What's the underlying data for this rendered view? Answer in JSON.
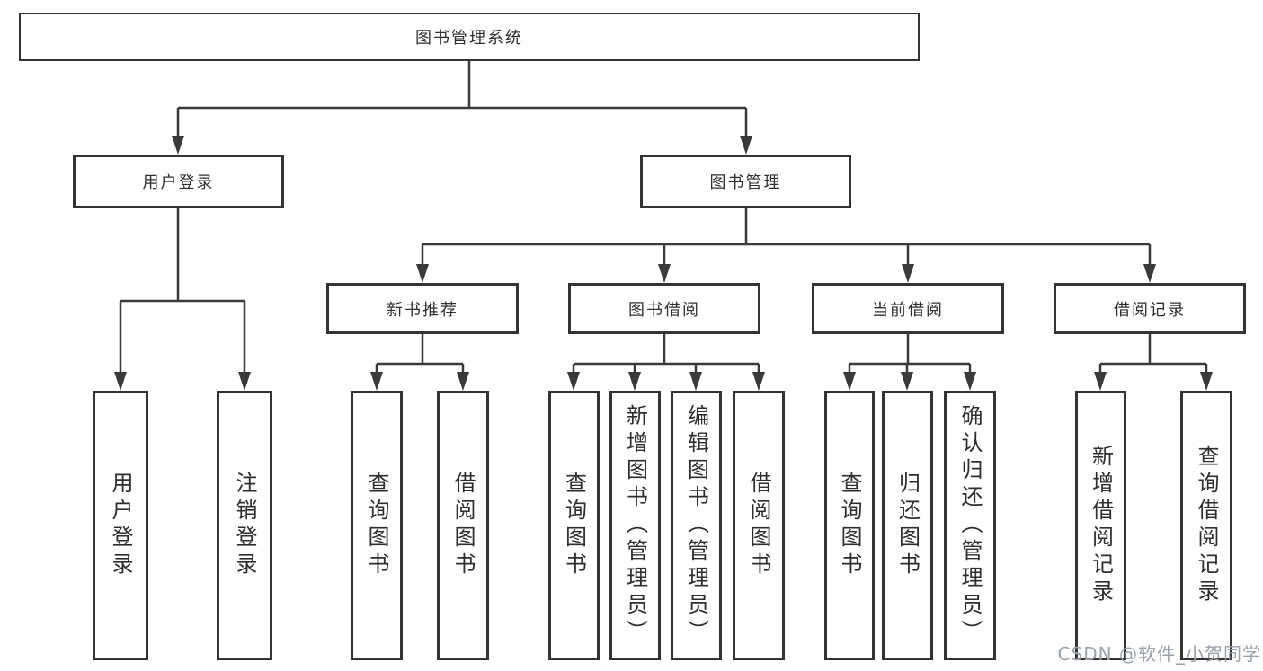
{
  "diagram": {
    "root": {
      "label": "图书管理系统"
    },
    "children": [
      {
        "label": "用户登录",
        "children": [
          {
            "label": "用户登录"
          },
          {
            "label": "注销登录"
          }
        ]
      },
      {
        "label": "图书管理",
        "children": [
          {
            "label": "新书推荐",
            "children": [
              {
                "label": "查询图书"
              },
              {
                "label": "借阅图书"
              }
            ]
          },
          {
            "label": "图书借阅",
            "children": [
              {
                "label": "查询图书"
              },
              {
                "label": "新增图书（管理员）"
              },
              {
                "label": "编辑图书（管理员）"
              },
              {
                "label": "借阅图书"
              }
            ]
          },
          {
            "label": "当前借阅",
            "children": [
              {
                "label": "查询图书"
              },
              {
                "label": "归还图书"
              },
              {
                "label": "确认归还（管理员）"
              }
            ]
          },
          {
            "label": "借阅记录",
            "children": [
              {
                "label": "新增借阅记录"
              },
              {
                "label": "查询借阅记录"
              }
            ]
          }
        ]
      }
    ]
  },
  "watermark": {
    "text": "CSDN @软件_小贺同学"
  },
  "colors": {
    "line": "#3a3a3a",
    "border": "#333333",
    "text": "#2e2e2e",
    "watermark": "#9ba1a8"
  }
}
